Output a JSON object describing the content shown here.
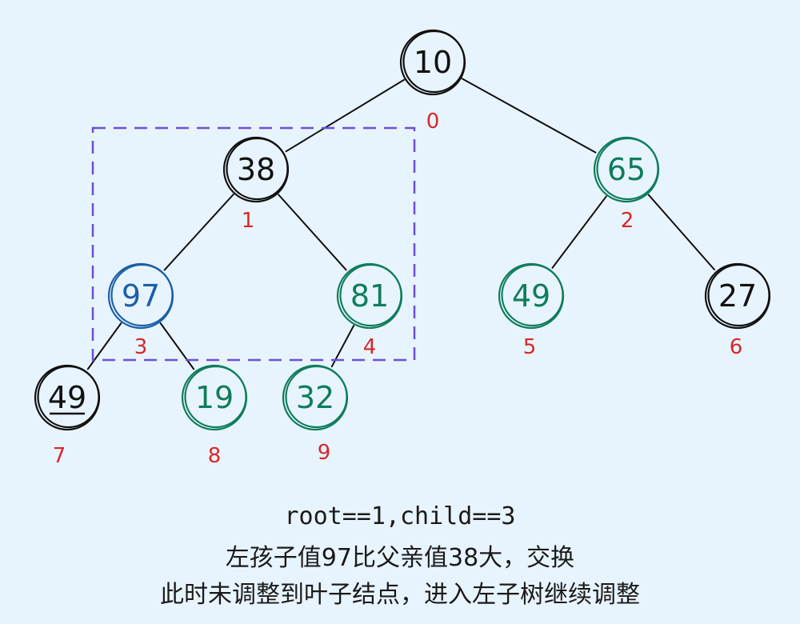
{
  "colors": {
    "background": "#e8f4fd",
    "default_node": "#111111",
    "compared_node": "#1b5fa8",
    "other_node": "#0f7d5c",
    "index_label": "#d62828",
    "highlight_box": "#6a4fd6"
  },
  "tree": {
    "nodes": [
      {
        "index": "0",
        "value": "10",
        "state": "default"
      },
      {
        "index": "1",
        "value": "38",
        "state": "default"
      },
      {
        "index": "2",
        "value": "65",
        "state": "other"
      },
      {
        "index": "3",
        "value": "97",
        "state": "compared"
      },
      {
        "index": "4",
        "value": "81",
        "state": "other"
      },
      {
        "index": "5",
        "value": "49",
        "state": "other"
      },
      {
        "index": "6",
        "value": "27",
        "state": "default"
      },
      {
        "index": "7",
        "value": "49",
        "state": "default",
        "underline": true
      },
      {
        "index": "8",
        "value": "19",
        "state": "other"
      },
      {
        "index": "9",
        "value": "32",
        "state": "other"
      }
    ],
    "edges": [
      [
        0,
        1
      ],
      [
        0,
        2
      ],
      [
        1,
        3
      ],
      [
        1,
        4
      ],
      [
        2,
        5
      ],
      [
        2,
        6
      ],
      [
        3,
        7
      ],
      [
        3,
        8
      ],
      [
        4,
        9
      ]
    ],
    "highlighted_subtree_root": "1"
  },
  "caption": {
    "code": "root==1,child==3",
    "line1": "左孩子值97比父亲值38大，交换",
    "line2": "此时未调整到叶子结点，进入左子树继续调整"
  }
}
